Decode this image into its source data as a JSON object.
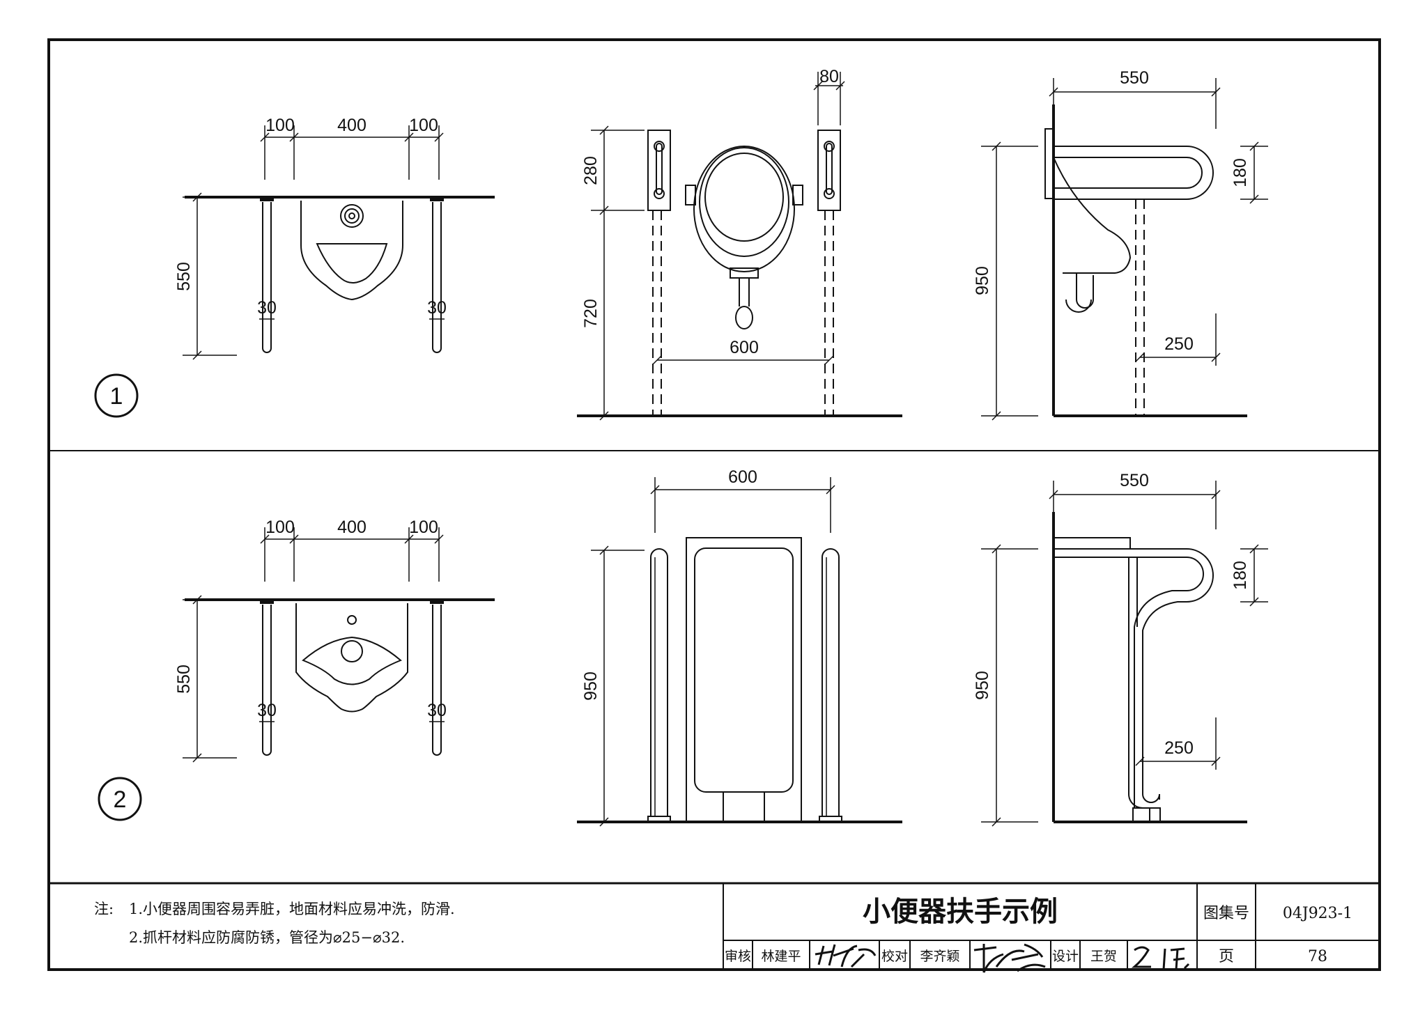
{
  "drawing": {
    "title": "小便器扶手示例",
    "notes": {
      "prefix": "注:",
      "line1": "1.小便器周围容易弄脏，地面材料应易冲洗，防滑.",
      "line2": "2.抓杆材料应防腐防锈，管径为⌀25−⌀32."
    },
    "titleblock": {
      "atlas_label": "图集号",
      "atlas_number": "04J923-1",
      "page_label": "页",
      "page_number": "78",
      "review_label": "审核",
      "reviewer": "林建平",
      "check_label": "校对",
      "checker": "李齐颖",
      "design_label": "设计",
      "designer": "王贺"
    }
  },
  "row1": {
    "marker": "1",
    "plan": {
      "dim_left": "100",
      "dim_mid": "400",
      "dim_right": "100",
      "dim_depth": "550",
      "pipe_left": "30",
      "pipe_right": "30"
    },
    "front": {
      "dim_bar_width": "80",
      "dim_bar_height": "280",
      "dim_bar_base": "720",
      "dim_spacing": "600"
    },
    "side": {
      "dim_reach": "550",
      "dim_loop": "180",
      "dim_height": "950",
      "dim_offset": "250"
    }
  },
  "row2": {
    "marker": "2",
    "plan": {
      "dim_left": "100",
      "dim_mid": "400",
      "dim_right": "100",
      "dim_depth": "550",
      "pipe_left": "30",
      "pipe_right": "30"
    },
    "front": {
      "dim_spacing": "600",
      "dim_height": "950"
    },
    "side": {
      "dim_reach": "550",
      "dim_loop": "180",
      "dim_height": "950",
      "dim_offset": "250"
    }
  },
  "colors": {
    "ink": "#111111",
    "paper": "#ffffff"
  }
}
